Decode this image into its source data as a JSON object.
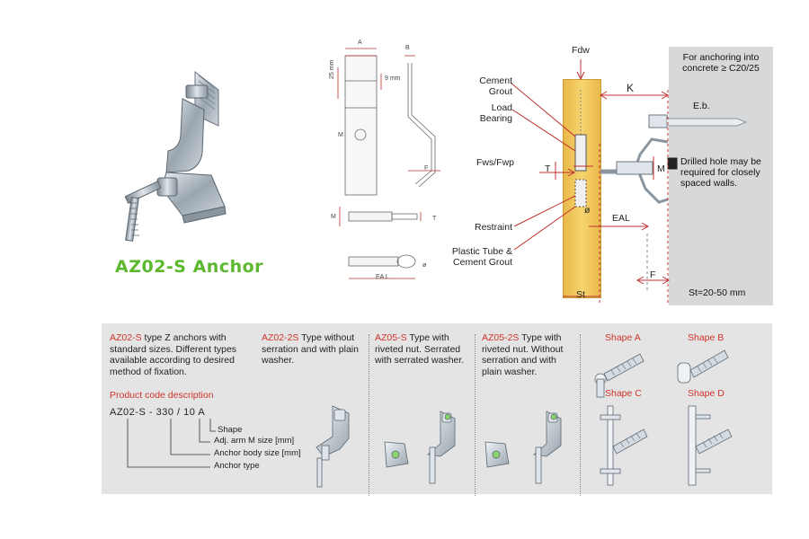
{
  "product": {
    "title": "AZ02-S Anchor"
  },
  "tech_drawing": {
    "dims": {
      "a": "A",
      "b": "B",
      "m": "M",
      "f": "F",
      "t": "T",
      "ea_l": "EA L",
      "dia": "ø",
      "d25": "25 mm",
      "d9": "9 mm"
    }
  },
  "install": {
    "fdw": "Fdw",
    "k": "K",
    "cement_grout": "Cement Grout",
    "load_bearing": "Load Bearing",
    "fws": "Fws/Fwp",
    "t": "T",
    "m": "M",
    "restraint": "Restraint",
    "dia": "ø",
    "eal": "EAL",
    "plastic_tube": "Plastic Tube & Cement Grout",
    "st": "St",
    "f": "F",
    "eb": "E.b.",
    "wall_note": "For anchoring into concrete ≥ C20/25",
    "drill_note": "Drilled hole may be required for closely spaced walls.",
    "st_range": "St=20-50 mm"
  },
  "types": {
    "az02s_code": "AZ02-S",
    "az02s_text": "type Z anchors with standard sizes. Different types available according to desired method of fixation.",
    "az022s_code": "AZ02-2S",
    "az022s_text": "Type without serration and with plain washer.",
    "az05s_code": "AZ05-S",
    "az05s_text": "Type with riveted nut. Serrated with serrated washer.",
    "az052s_code": "AZ05-2S",
    "az052s_text": "Type with riveted nut. Without serration and with plain washer."
  },
  "product_code": {
    "heading": "Product code description",
    "code_a": "AZ02-S",
    "dash": "-",
    "code_b": "330",
    "slash": "/",
    "code_c": "10",
    "code_d": "A",
    "shape": "Shape",
    "arm": "Adj. arm M size [mm]",
    "body": "Anchor body size [mm]",
    "type": "Anchor type"
  },
  "shapes": {
    "a": "Shape A",
    "b": "Shape B",
    "c": "Shape C",
    "d": "Shape D"
  },
  "colors": {
    "title_green": "#5cb82e",
    "accent_red": "#d0342c",
    "panel_gray": "#e4e4e4",
    "wall_gray": "#d6d8d9",
    "wood": "#f2c75c"
  }
}
